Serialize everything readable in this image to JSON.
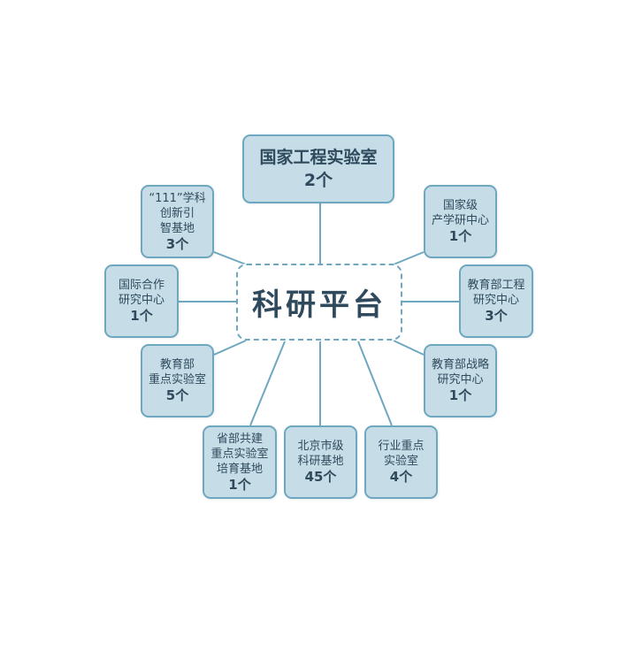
{
  "center": {
    "label": "科研平台"
  },
  "colors": {
    "box_fill": "#c6dde8",
    "border": "#6ea7c0",
    "text": "#2f4a5c"
  },
  "nodes": [
    {
      "id": "national-eng-lab",
      "lines": [
        "国家工程实验室"
      ],
      "count": "2个"
    },
    {
      "id": "111-base",
      "lines": [
        "“111”学科",
        "创新引",
        "智基地"
      ],
      "count": "3个"
    },
    {
      "id": "national-iur-center",
      "lines": [
        "国家级",
        "产学研中心"
      ],
      "count": "1个"
    },
    {
      "id": "intl-coop-center",
      "lines": [
        "国际合作",
        "研究中心"
      ],
      "count": "1个"
    },
    {
      "id": "moe-eng-center",
      "lines": [
        "教育部工程",
        "研究中心"
      ],
      "count": "3个"
    },
    {
      "id": "moe-key-lab",
      "lines": [
        "教育部",
        "重点实验室"
      ],
      "count": "5个"
    },
    {
      "id": "moe-strategy-center",
      "lines": [
        "教育部战略",
        "研究中心"
      ],
      "count": "1个"
    },
    {
      "id": "prov-key-lab-base",
      "lines": [
        "省部共建",
        "重点实验室",
        "培育基地"
      ],
      "count": "1个"
    },
    {
      "id": "beijing-base",
      "lines": [
        "北京市级",
        "科研基地"
      ],
      "count": "45个"
    },
    {
      "id": "industry-key-lab",
      "lines": [
        "行业重点",
        "实验室"
      ],
      "count": "4个"
    }
  ]
}
